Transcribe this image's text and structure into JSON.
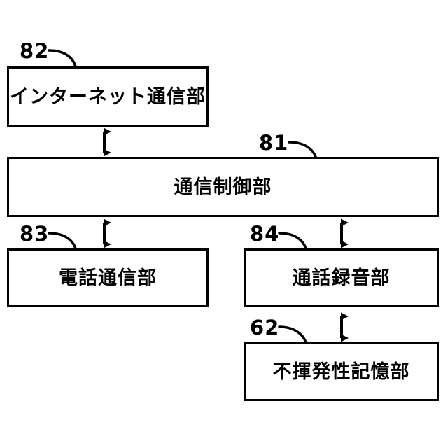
{
  "diagram": {
    "type": "patent-block-diagram",
    "blocks": [
      {
        "id": "internet",
        "ref": "82",
        "label": "インターネット通信部"
      },
      {
        "id": "commctrl",
        "ref": "81",
        "label": "通信制御部"
      },
      {
        "id": "phone",
        "ref": "83",
        "label": "電話通信部"
      },
      {
        "id": "rec",
        "ref": "84",
        "label": "通話録音部"
      },
      {
        "id": "nvmem",
        "ref": "62",
        "label": "不揮発性記憶部"
      }
    ],
    "connections": [
      {
        "from": "internet",
        "to": "commctrl",
        "style": "double-arrow"
      },
      {
        "from": "commctrl",
        "to": "phone",
        "style": "double-arrow"
      },
      {
        "from": "commctrl",
        "to": "rec",
        "style": "double-arrow"
      },
      {
        "from": "rec",
        "to": "nvmem",
        "style": "double-arrow"
      }
    ],
    "colors": {
      "stroke": "#000000",
      "background": "#ffffff"
    }
  }
}
